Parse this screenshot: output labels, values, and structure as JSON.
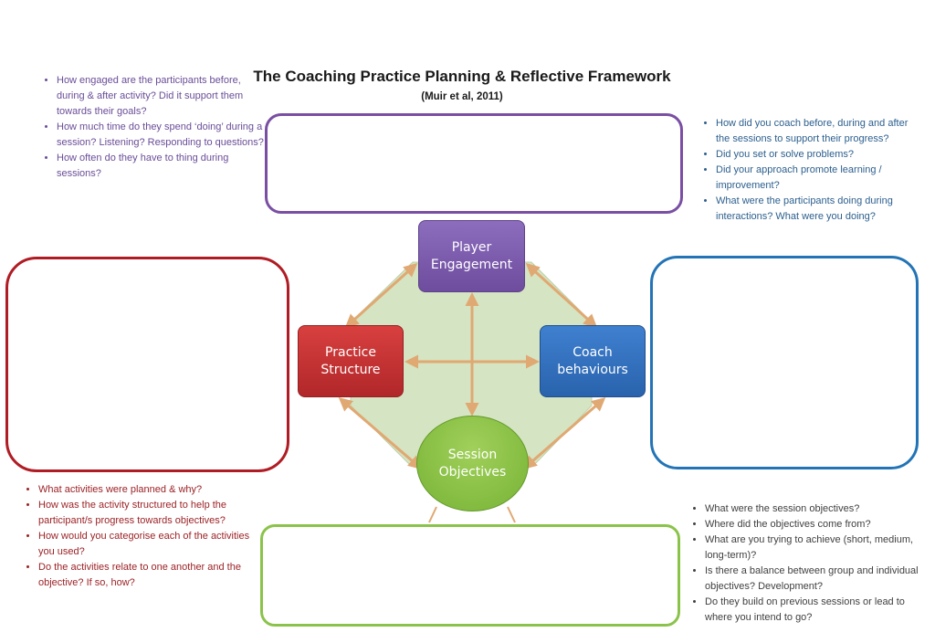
{
  "header": {
    "title": "The Coaching Practice Planning & Reflective Framework",
    "citation": "(Muir et al, 2011)"
  },
  "nodes": {
    "player": {
      "line1": "Player",
      "line2": "Engagement",
      "color": "#7b59aa"
    },
    "practice": {
      "line1": "Practice",
      "line2": "Structure",
      "color": "#c73235"
    },
    "coach": {
      "line1": "Coach",
      "line2": "behaviours",
      "color": "#3472bf"
    },
    "session": {
      "line1": "Session",
      "line2": "Objectives",
      "color": "#8bc34a"
    }
  },
  "questions": {
    "engagement": [
      "How engaged are the participants before, during & after activity? Did it support them towards their goals?",
      "How much time do they spend ‘doing’ during a session? Listening? Responding to questions?",
      "How often do they have to thing during sessions?"
    ],
    "coach": [
      "How did you coach before, during and after the sessions to support their progress?",
      "Did you set or solve problems?",
      "Did your approach promote learning / improvement?",
      "What were the participants doing during interactions? What were you doing?"
    ],
    "practice": [
      "What activities were planned & why?",
      "How was the activity structured to help the participant/s progress towards objectives?",
      "How would you categorise each of the activities you used?",
      "Do the activities relate to one another and the objective? If so, how?"
    ],
    "objectives": [
      "What were the session objectives?",
      "Where did the objectives come from?",
      "What are you trying to achieve (short, medium, long-term)?",
      "Is there a balance between group and individual objectives? Development?",
      "Do they build on previous sessions or lead to where you intend to go?"
    ]
  },
  "colors": {
    "diamond_fill": "#d5e4c2",
    "arrow": "#e0a872",
    "purple": "#7a4fa3",
    "red": "#b01c24",
    "blue": "#2374b6",
    "green": "#8bc34a"
  }
}
